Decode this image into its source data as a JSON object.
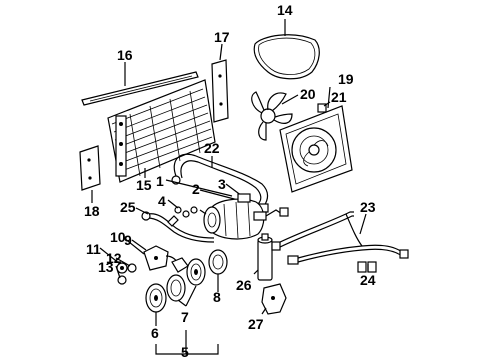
{
  "diagram": {
    "callouts": [
      "1",
      "2",
      "3",
      "4",
      "5",
      "6",
      "7",
      "8",
      "9",
      "10",
      "11",
      "12",
      "13",
      "14",
      "15",
      "16",
      "17",
      "18",
      "19",
      "20",
      "21",
      "22",
      "23",
      "24",
      "25",
      "26",
      "27"
    ]
  }
}
